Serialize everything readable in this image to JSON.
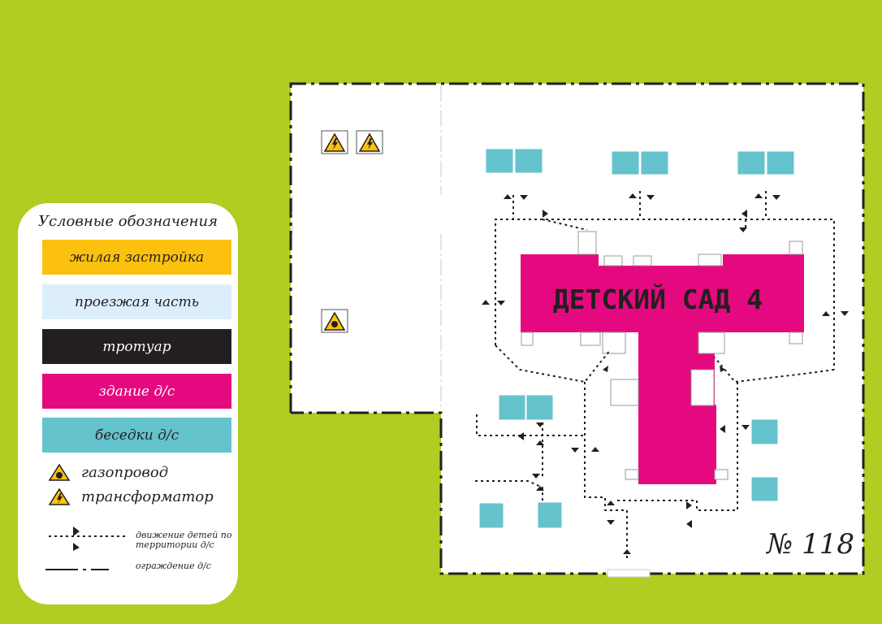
{
  "map": {
    "building_label": "ДЕТСКИЙ САД 4",
    "site_number": "№ 118"
  },
  "legend": {
    "title": "Условные обозначения",
    "swatches": [
      {
        "label": "жилая застройка",
        "color": "#fcc10e",
        "text_color": "#231f20"
      },
      {
        "label": "проезжая часть",
        "color": "#dceefa",
        "text_color": "#231f20"
      },
      {
        "label": "тротуар",
        "color": "#231f20",
        "text_color": "#ffffff"
      },
      {
        "label": "здание д/с",
        "color": "#e5097f",
        "text_color": "#ffffff"
      },
      {
        "label": "беседки д/с",
        "color": "#64c3cd",
        "text_color": "#231f20"
      }
    ],
    "symbols": [
      {
        "label": "газопровод",
        "icon": "gas-pipeline-icon"
      },
      {
        "label": "трансформатор",
        "icon": "high-voltage-icon"
      }
    ],
    "children_movement": "движение детей по территории д/с",
    "fence": "ограждение д/с"
  }
}
